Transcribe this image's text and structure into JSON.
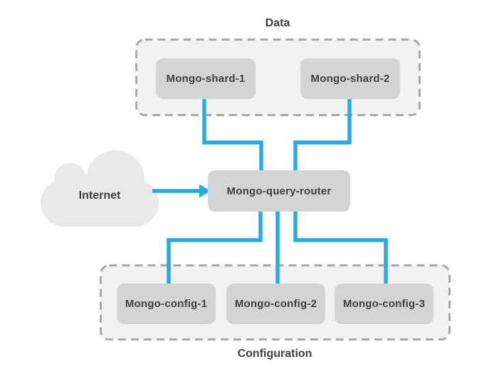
{
  "diagram": {
    "groups": {
      "data": {
        "label": "Data"
      },
      "configuration": {
        "label": "Configuration"
      }
    },
    "internet": {
      "label": "Internet"
    },
    "nodes": {
      "shard1": {
        "label": "Mongo-shard-1"
      },
      "shard2": {
        "label": "Mongo-shard-2"
      },
      "router": {
        "label": "Mongo-query-router"
      },
      "config1": {
        "label": "Mongo-config-1"
      },
      "config2": {
        "label": "Mongo-config-2"
      },
      "config3": {
        "label": "Mongo-config-3"
      }
    },
    "colors": {
      "connector": "#29abe2",
      "node_fill": "#d3d4d6",
      "group_fill": "#f2f2f4",
      "group_border": "#a6a8ab",
      "cloud_fill": "#e8e9eb",
      "text": "#3e3f41",
      "background": "#ffffff"
    }
  }
}
